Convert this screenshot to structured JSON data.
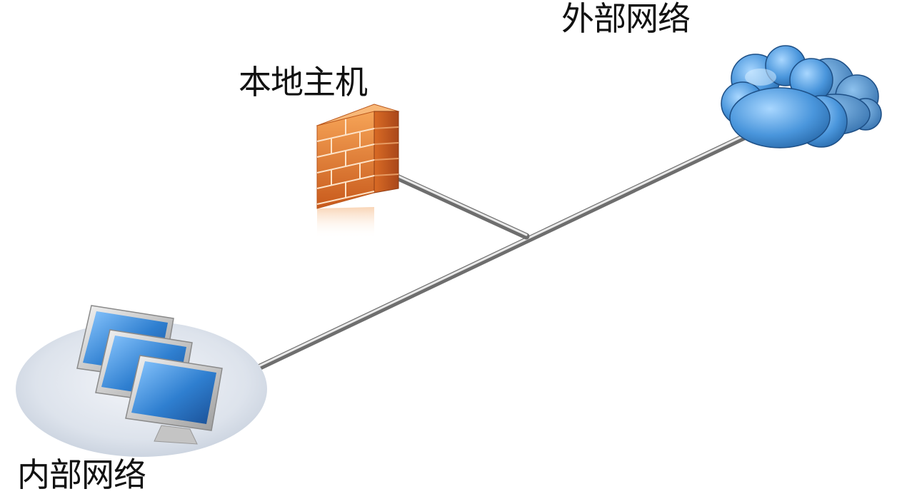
{
  "diagram": {
    "nodes": {
      "external_network": {
        "label": "外部网络",
        "icon": "cloud-icon"
      },
      "local_host": {
        "label": "本地主机",
        "icon": "firewall-icon"
      },
      "internal_network": {
        "label": "内部网络",
        "icon": "computers-icon"
      }
    },
    "edges": [
      {
        "from": "internal_network",
        "to": "external_network"
      },
      {
        "from": "local_host",
        "to": "external_network"
      }
    ],
    "colors": {
      "cloud": "#3d85cc",
      "firewall": "#e07a2e",
      "screen": "#2f7fd0",
      "cable": "#9a9a9a"
    }
  }
}
